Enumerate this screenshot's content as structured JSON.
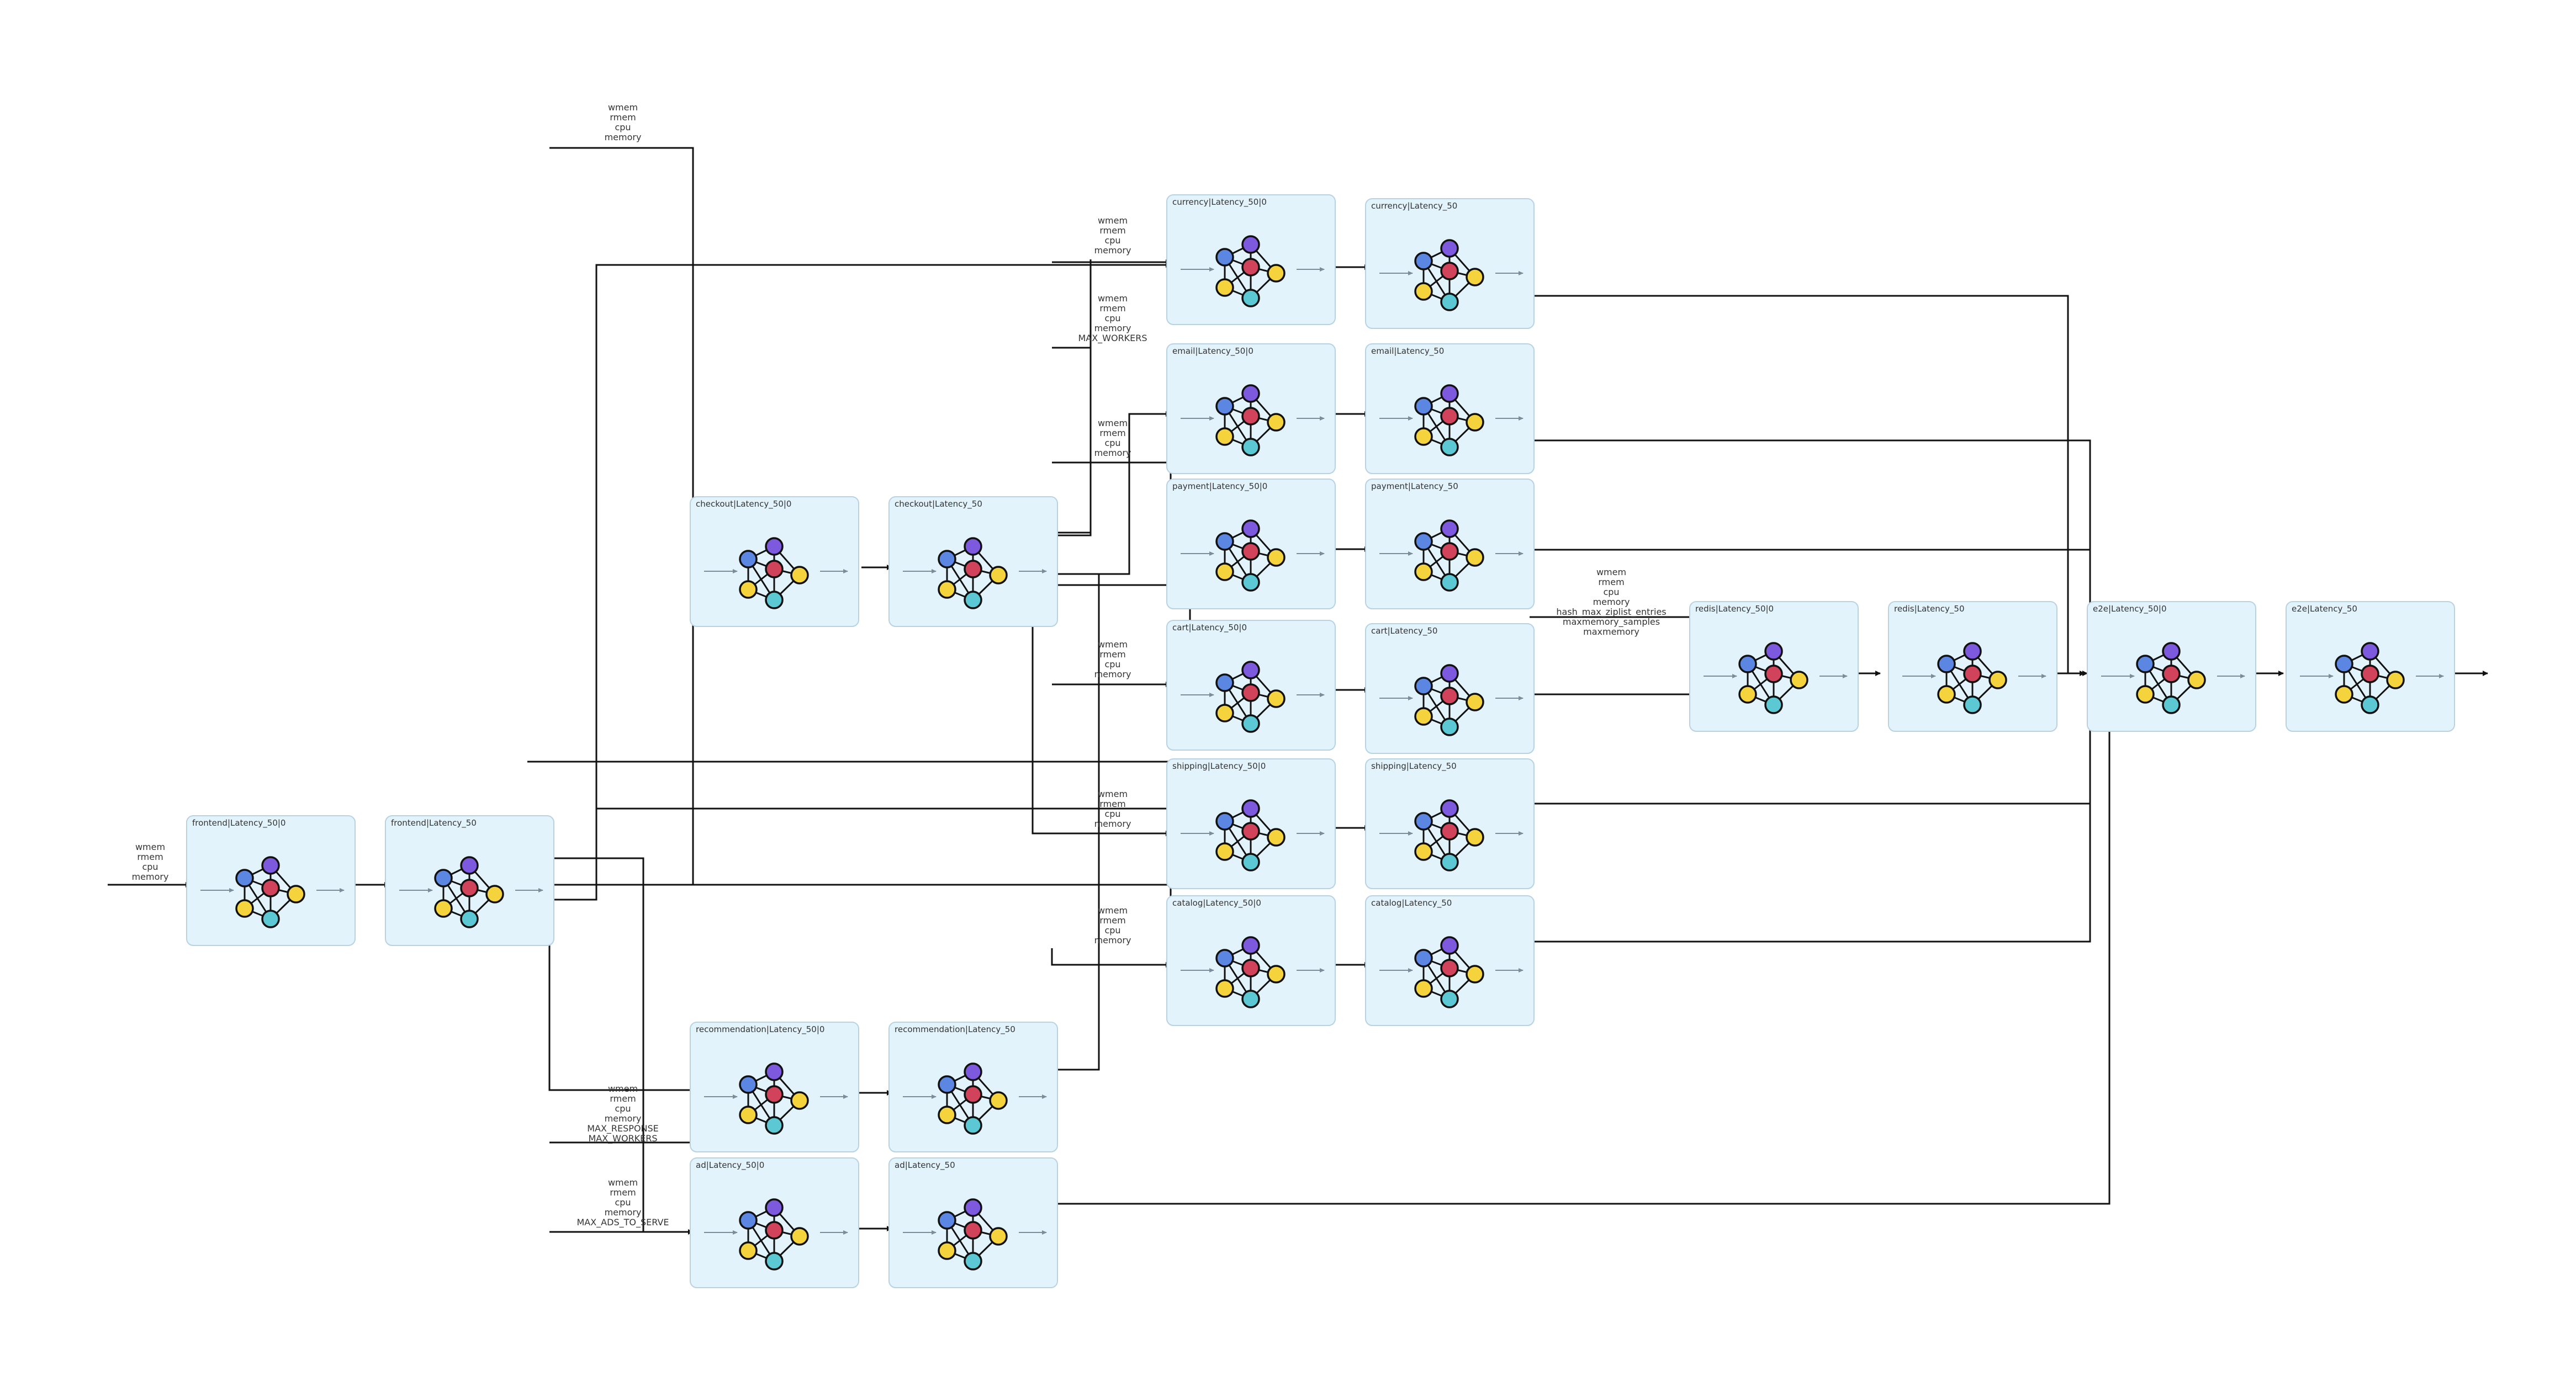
{
  "colors": {
    "node_fill": "#e3f3fb",
    "node_border": "#b7d3e2",
    "circle_blue": "#5b87e3",
    "circle_purple": "#7c59dd",
    "circle_red": "#d0435a",
    "circle_yellow": "#f5d33d",
    "circle_cyan": "#5cc8d4"
  },
  "icon": "neural-network-icon",
  "nodes": [
    {
      "id": "frontend0",
      "label": "frontend|Latency_50|0"
    },
    {
      "id": "frontend",
      "label": "frontend|Latency_50"
    },
    {
      "id": "checkout0",
      "label": "checkout|Latency_50|0"
    },
    {
      "id": "checkout",
      "label": "checkout|Latency_50"
    },
    {
      "id": "recommendation0",
      "label": "recommendation|Latency_50|0"
    },
    {
      "id": "recommendation",
      "label": "recommendation|Latency_50"
    },
    {
      "id": "ad0",
      "label": "ad|Latency_50|0"
    },
    {
      "id": "ad",
      "label": "ad|Latency_50"
    },
    {
      "id": "currency0",
      "label": "currency|Latency_50|0"
    },
    {
      "id": "currency",
      "label": "currency|Latency_50"
    },
    {
      "id": "email0",
      "label": "email|Latency_50|0"
    },
    {
      "id": "email",
      "label": "email|Latency_50"
    },
    {
      "id": "payment0",
      "label": "payment|Latency_50|0"
    },
    {
      "id": "payment",
      "label": "payment|Latency_50"
    },
    {
      "id": "cart0",
      "label": "cart|Latency_50|0"
    },
    {
      "id": "cart",
      "label": "cart|Latency_50"
    },
    {
      "id": "shipping0",
      "label": "shipping|Latency_50|0"
    },
    {
      "id": "shipping",
      "label": "shipping|Latency_50"
    },
    {
      "id": "catalog0",
      "label": "catalog|Latency_50|0"
    },
    {
      "id": "catalog",
      "label": "catalog|Latency_50"
    },
    {
      "id": "redis0",
      "label": "redis|Latency_50|0"
    },
    {
      "id": "redis",
      "label": "redis|Latency_50"
    },
    {
      "id": "e2e0",
      "label": "e2e|Latency_50|0"
    },
    {
      "id": "e2e",
      "label": "e2e|Latency_50"
    }
  ],
  "input_labels": [
    {
      "id": "frontend_inputs",
      "lines": [
        "wmem",
        "rmem",
        "cpu",
        "memory"
      ]
    },
    {
      "id": "checkout_inputs",
      "lines": [
        "wmem",
        "rmem",
        "cpu",
        "memory"
      ]
    },
    {
      "id": "currency_inputs",
      "lines": [
        "wmem",
        "rmem",
        "cpu",
        "memory"
      ]
    },
    {
      "id": "email_inputs",
      "lines": [
        "wmem",
        "rmem",
        "cpu",
        "memory",
        "MAX_WORKERS"
      ]
    },
    {
      "id": "payment_inputs",
      "lines": [
        "wmem",
        "rmem",
        "cpu",
        "memory"
      ]
    },
    {
      "id": "cart_inputs",
      "lines": [
        "wmem",
        "rmem",
        "cpu",
        "memory"
      ]
    },
    {
      "id": "shipping_inputs",
      "lines": [
        "wmem",
        "rmem",
        "cpu",
        "memory"
      ]
    },
    {
      "id": "catalog_inputs",
      "lines": [
        "wmem",
        "rmem",
        "cpu",
        "memory"
      ]
    },
    {
      "id": "redis_inputs",
      "lines": [
        "wmem",
        "rmem",
        "cpu",
        "memory",
        "hash_max_ziplist_entries",
        "maxmemory_samples",
        "maxmemory"
      ]
    },
    {
      "id": "recommendation_inputs",
      "lines": [
        "wmem",
        "rmem",
        "cpu",
        "memory",
        "MAX_RESPONSE",
        "MAX_WORKERS"
      ]
    },
    {
      "id": "ad_inputs",
      "lines": [
        "wmem",
        "rmem",
        "cpu",
        "memory",
        "MAX_ADS_TO_SERVE"
      ]
    }
  ]
}
